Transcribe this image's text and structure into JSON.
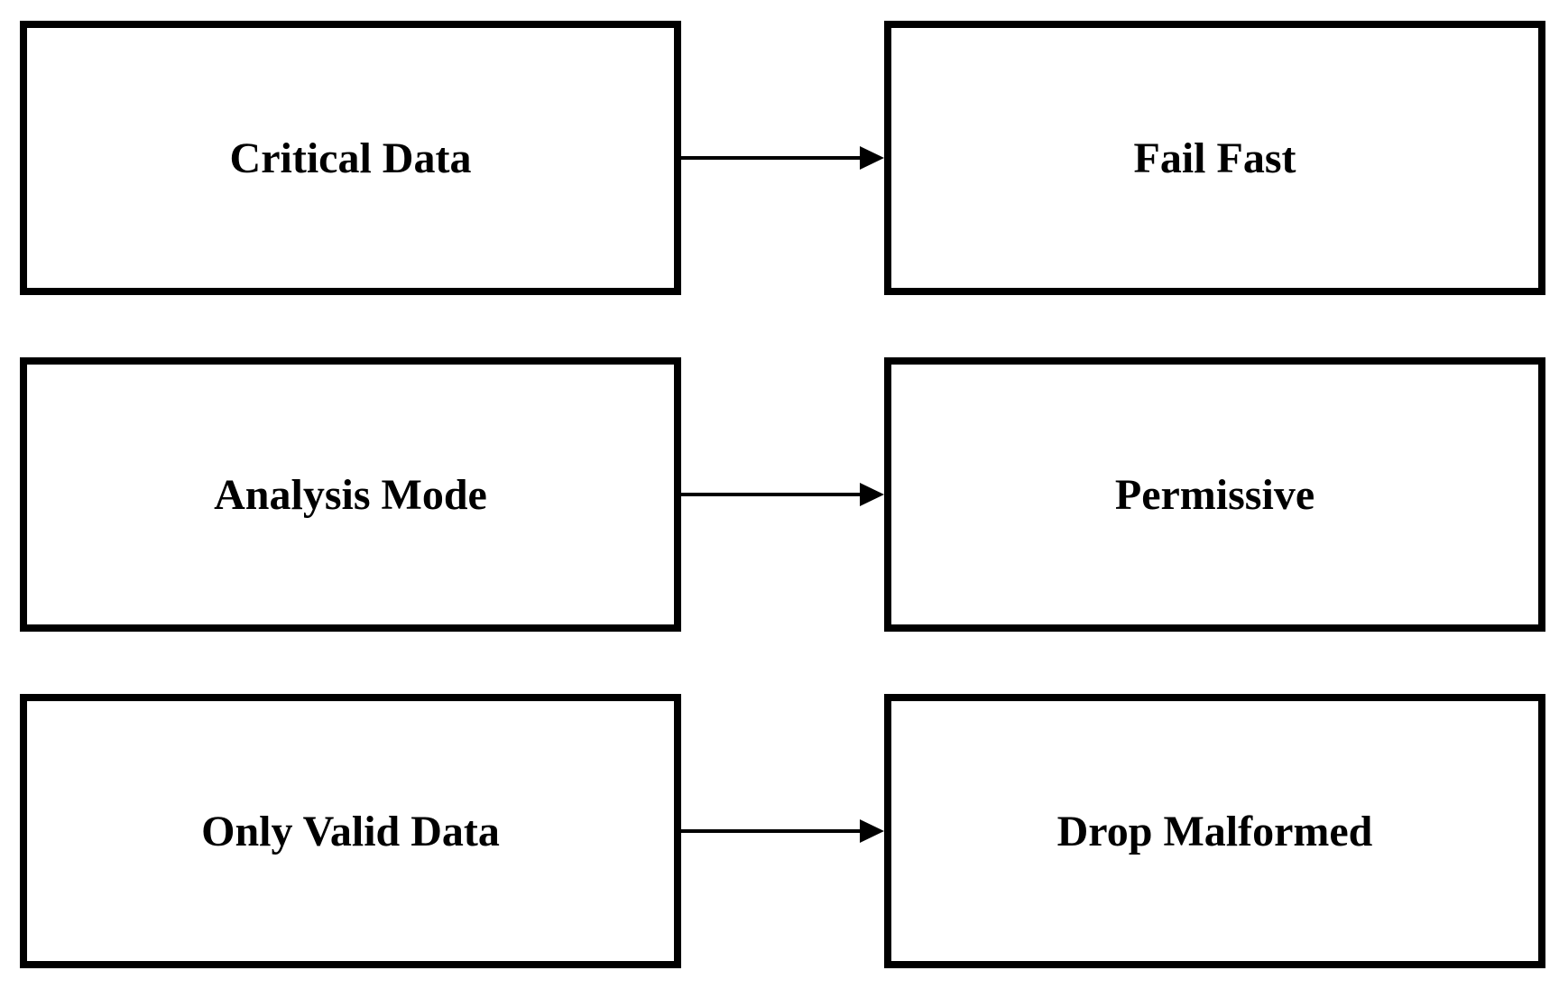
{
  "diagram": {
    "type": "mapping",
    "rows": [
      {
        "source": "Critical Data",
        "target": "Fail Fast"
      },
      {
        "source": "Analysis Mode",
        "target": "Permissive"
      },
      {
        "source": "Only Valid Data",
        "target": "Drop Malformed"
      }
    ],
    "colors": {
      "stroke": "#000000",
      "fill": "#ffffff"
    }
  }
}
